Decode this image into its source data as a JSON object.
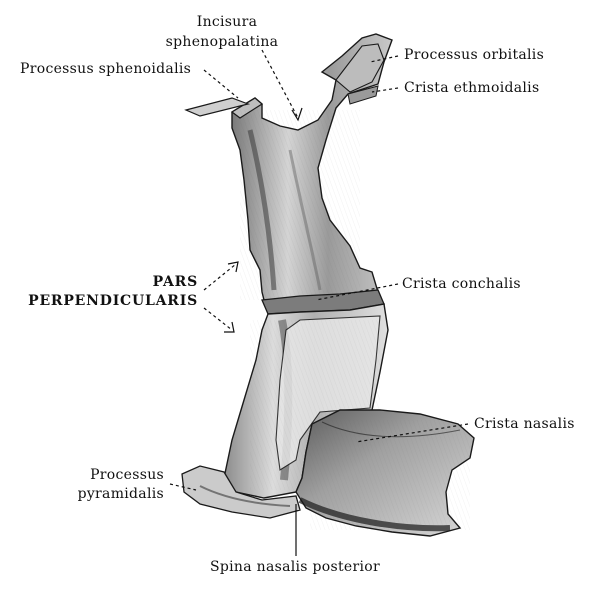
{
  "labels": {
    "incisura_line1": "Incisura",
    "incisura_line2": "sphenopalatina",
    "processus_sphenoidalis": "Processus sphenoidalis",
    "processus_orbitalis": "Processus orbitalis",
    "crista_ethmoidalis": "Crista ethmoidalis",
    "pars_line1": "PARS",
    "pars_line2": "PERPENDICULARIS",
    "crista_conchalis": "Crista conchalis",
    "crista_nasalis": "Crista nasalis",
    "processus_pyramidalis_line1": "Processus",
    "processus_pyramidalis_line2": "pyramidalis",
    "spina_nasalis_posterior": "Spina nasalis posterior"
  },
  "colors": {
    "bone_light": "#d9d9d9",
    "bone_mid": "#a8a8a8",
    "bone_dark": "#4a4a4a",
    "outline": "#1a1a1a",
    "background": "#ffffff"
  }
}
